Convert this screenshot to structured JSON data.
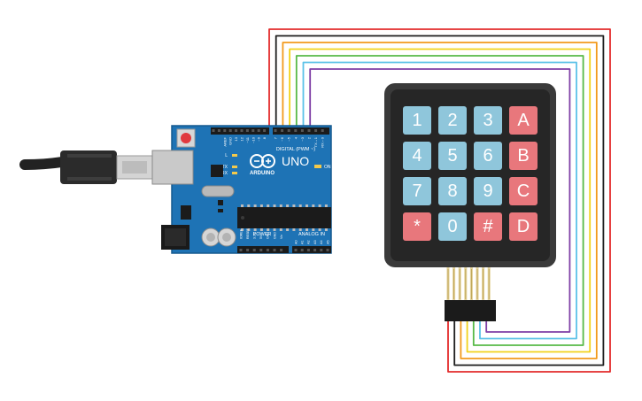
{
  "board": {
    "brand": "ARDUINO",
    "model": "UNO",
    "digital_label": "DIGITAL (PWM ~)",
    "power_label": "POWER",
    "analog_label": "ANALOG IN",
    "led_l": "L",
    "led_tx": "TX",
    "led_rx": "RX",
    "on_label": "ON",
    "top_pin_labels": [
      "AREF",
      "GND",
      "13",
      "12",
      "~11",
      "~10",
      "~9",
      "8",
      "7",
      "~6",
      "~5",
      "4",
      "~3",
      "2",
      "TX→1",
      "RX←0"
    ],
    "power_pin_labels": [
      "IOREF",
      "RESET",
      "3.3V",
      "5V",
      "GND",
      "GND",
      "Vin"
    ],
    "analog_pin_labels": [
      "A0",
      "A1",
      "A2",
      "A3",
      "A4",
      "A5"
    ]
  },
  "keypad": {
    "rows": [
      [
        "1",
        "2",
        "3",
        "A"
      ],
      [
        "4",
        "5",
        "6",
        "B"
      ],
      [
        "7",
        "8",
        "9",
        "C"
      ],
      [
        "*",
        "0",
        "#",
        "D"
      ]
    ],
    "colors": {
      "number": "#8fc6db",
      "letter": "#e8777c",
      "body": "#2a2a2a",
      "border": "#3c3c3c"
    }
  },
  "wire_colors": [
    "#e32b2b",
    "#1e1e1e",
    "#f29a1c",
    "#f2d21c",
    "#58b947",
    "#5cc2e8",
    "#7f3fa6"
  ],
  "colors": {
    "board": "#1e73b5",
    "board_dark": "#165a8f",
    "header": "#1b1b1b",
    "reset": "#e0393e",
    "usb_metal": "#d2d2d2"
  }
}
